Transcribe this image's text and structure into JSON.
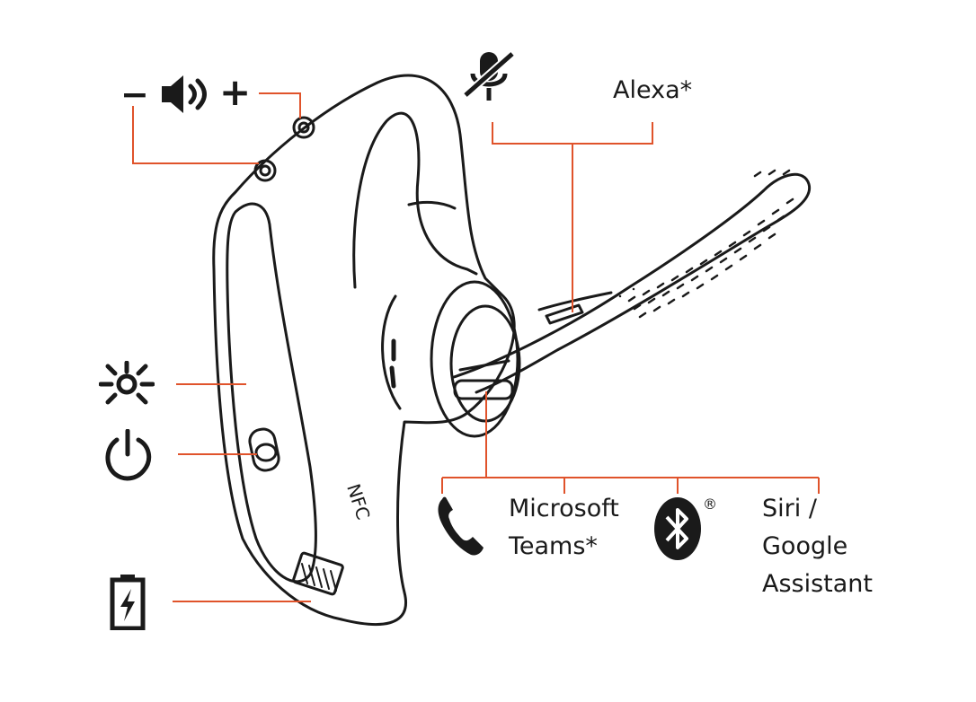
{
  "labels": {
    "volume_minus": "−",
    "volume_plus": "+",
    "alexa": "Alexa*",
    "microsoft": "Microsoft",
    "teams": "Teams*",
    "registered": "®",
    "siri": "Siri /",
    "google": "Google",
    "assistant": "Assistant",
    "nfc": "NFC"
  },
  "icons": [
    "volume-icon",
    "mute-mic-icon",
    "led-light-icon",
    "power-icon",
    "battery-charge-icon",
    "phone-icon",
    "bluetooth-icon"
  ],
  "colors": {
    "callout": "#e0532b",
    "ink": "#1a1a1a",
    "bluetooth_fill": "#1a1a1a"
  }
}
